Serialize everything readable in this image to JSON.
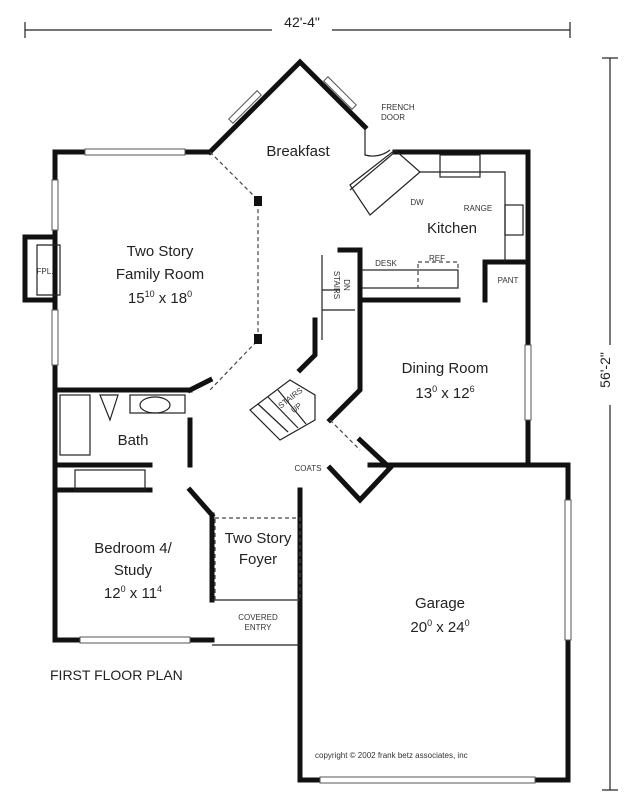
{
  "dimensions": {
    "width": "42'-4\"",
    "depth": "56'-2\""
  },
  "title": "FIRST FLOOR PLAN",
  "copyright": "copyright © 2002 frank betz associates, inc",
  "rooms": {
    "breakfast": {
      "name": "Breakfast"
    },
    "kitchen": {
      "name": "Kitchen"
    },
    "family": {
      "name_1": "Two Story",
      "name_2": "Family Room",
      "w_ft": "15",
      "w_in": "10",
      "sep": "x",
      "l_ft": "18",
      "l_in": "0"
    },
    "dining": {
      "name": "Dining Room",
      "w_ft": "13",
      "w_in": "0",
      "sep": "x",
      "l_ft": "12",
      "l_in": "6"
    },
    "bath": {
      "name": "Bath"
    },
    "bedroom": {
      "name_1": "Bedroom 4/",
      "name_2": "Study",
      "w_ft": "12",
      "w_in": "0",
      "sep": "x",
      "l_ft": "11",
      "l_in": "4"
    },
    "foyer": {
      "name_1": "Two Story",
      "name_2": "Foyer"
    },
    "garage": {
      "name": "Garage",
      "w_ft": "20",
      "w_in": "0",
      "sep": "x",
      "l_ft": "24",
      "l_in": "0"
    }
  },
  "labels": {
    "french_door_1": "FRENCH",
    "french_door_2": "DOOR",
    "dw": "DW",
    "range": "RANGE",
    "desk": "DESK",
    "ref": "REF",
    "pant": "PANT",
    "fpl": "FPL.",
    "stairs_dn_1": "STAIRS",
    "stairs_dn_2": "DN",
    "stairs_up_1": "STAIRS",
    "stairs_up_2": "UP",
    "coats": "COATS",
    "covered_1": "COVERED",
    "covered_2": "ENTRY"
  }
}
